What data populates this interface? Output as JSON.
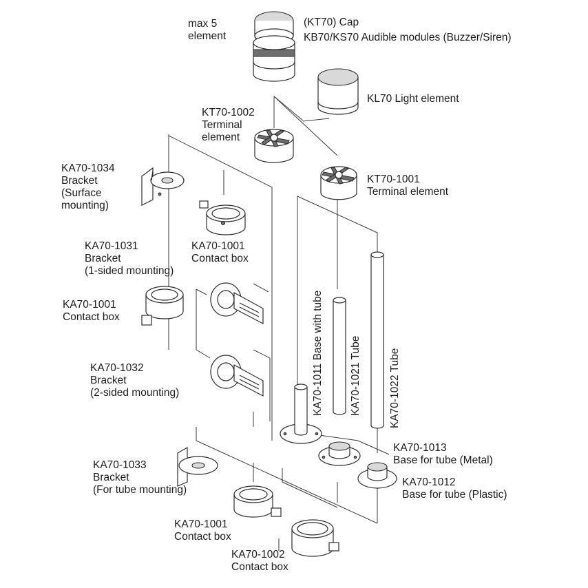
{
  "labels": {
    "max5": [
      "max 5",
      "element"
    ],
    "cap": "(KT70) Cap",
    "audible": "KB70/KS70 Audible modules (Buzzer/Siren)",
    "light": "KL70 Light element",
    "kt1002": [
      "KT70-1002",
      "Terminal",
      "element"
    ],
    "kt1001": [
      "KT70-1001",
      "Terminal element"
    ],
    "ka1034": [
      "KA70-1034",
      "Bracket",
      "(Surface",
      "mounting)"
    ],
    "ka1001a": [
      "KA70-1001",
      "Contact box"
    ],
    "ka1031": [
      "KA70-1031",
      "Bracket",
      "(1-sided mounting)"
    ],
    "ka1001b": [
      "KA70-1001",
      "Contact box"
    ],
    "ka1032": [
      "KA70-1032",
      "Bracket",
      "(2-sided mounting)"
    ],
    "ka1033": [
      "KA70-1033",
      "Bracket",
      "(For tube mounting)"
    ],
    "ka1001c": [
      "KA70-1001",
      "Contact box"
    ],
    "ka1002": [
      "KA70-1002",
      "Contact box"
    ],
    "ka1013": [
      "KA70-1013",
      "Base for tube (Metal)"
    ],
    "ka1012": [
      "KA70-1012",
      "Base for tube (Plastic)"
    ],
    "ka1011": "KA70-1011 Base with tube",
    "ka1021": "KA70-1021 Tube",
    "ka1022": "KA70-1022 Tube"
  }
}
